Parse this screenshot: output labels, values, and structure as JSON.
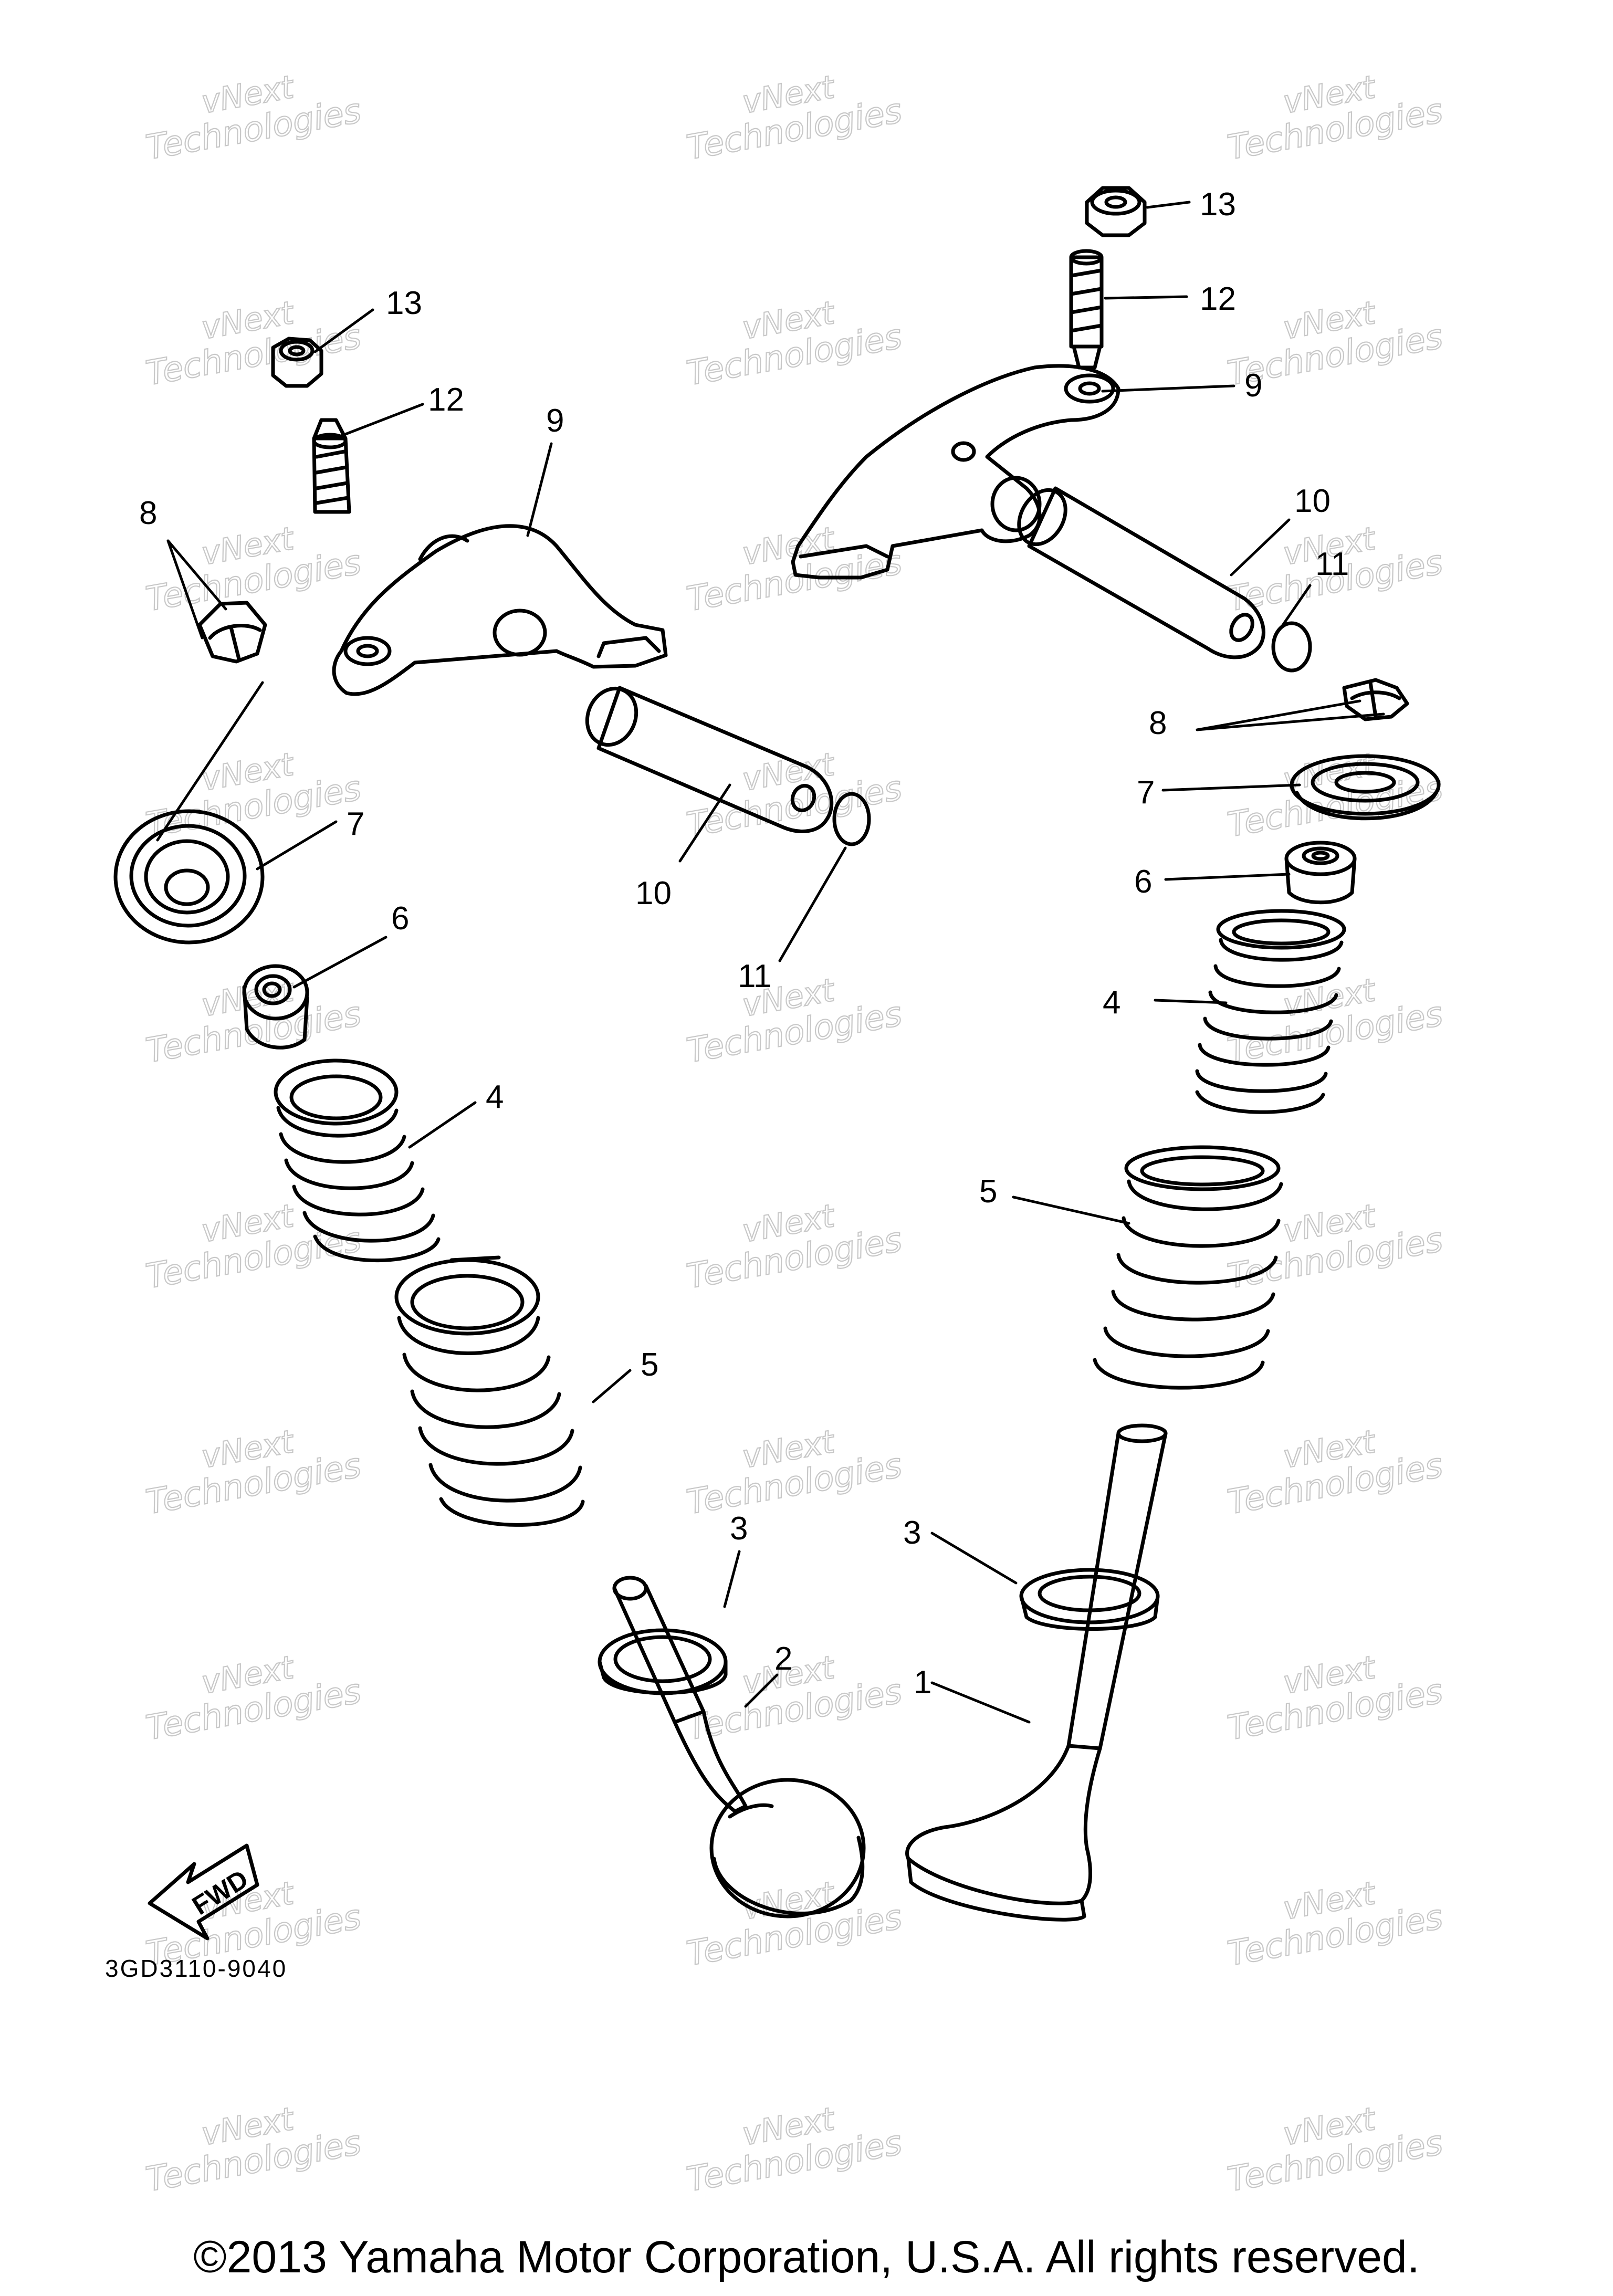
{
  "diagram": {
    "part_code": "3GD3110-9040",
    "copyright": "©2013 Yamaha Motor Corporation, U.S.A. All rights reserved.",
    "fwd_label": "FWD",
    "watermark": {
      "line1": "vNext",
      "line2": "Technologies"
    },
    "callouts": {
      "c1": "1",
      "c2": "2",
      "c3_left": "3",
      "c3_right": "3",
      "c4_left": "4",
      "c4_right": "4",
      "c5_left": "5",
      "c5_right": "5",
      "c6_left": "6",
      "c6_right": "6",
      "c7_left": "7",
      "c7_right": "7",
      "c8_left": "8",
      "c8_right": "8",
      "c9_left": "9",
      "c9_right": "9",
      "c10_left": "10",
      "c10_right": "10",
      "c11_left": "11",
      "c11_right": "11",
      "c12_left": "12",
      "c12_right": "12",
      "c13_left": "13",
      "c13_right": "13"
    }
  }
}
